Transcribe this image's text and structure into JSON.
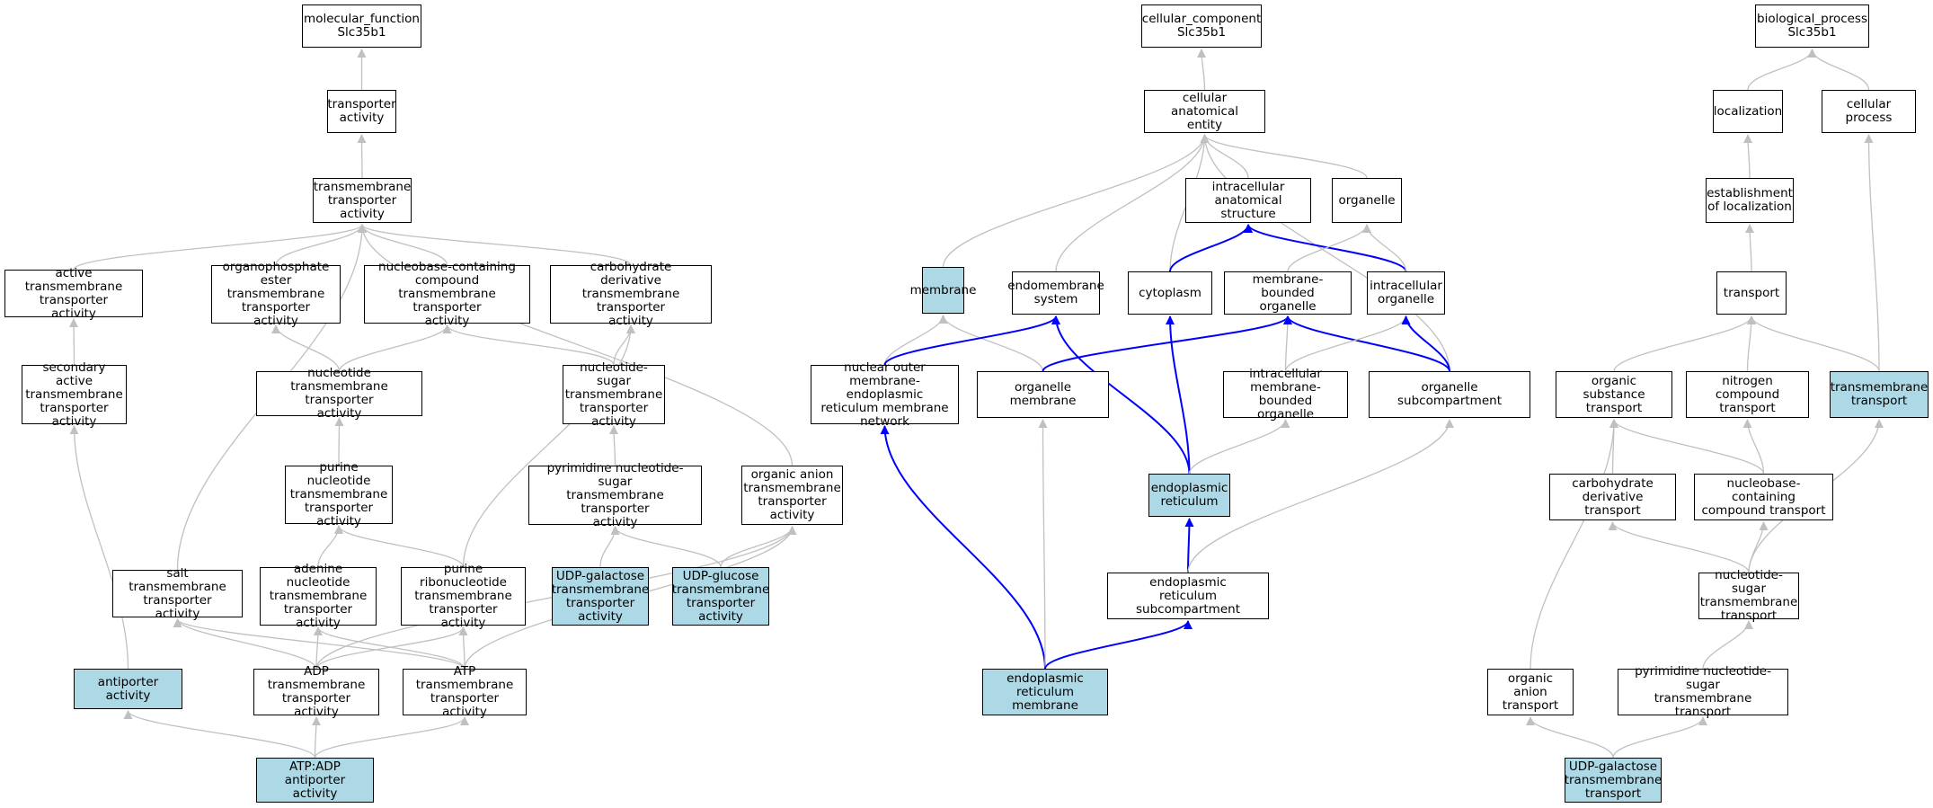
{
  "colors": {
    "highlight_fill": "#add8e6",
    "default_fill": "#ffffff",
    "edge_gray": "#c0c0c0",
    "edge_blue": "#0000ff"
  },
  "nodes": [
    {
      "id": "mf_root",
      "label": "molecular_function\nSlc35b1",
      "hl": false
    },
    {
      "id": "transporter_activity",
      "label": "transporter\nactivity",
      "hl": false
    },
    {
      "id": "tm_transporter",
      "label": "transmembrane\ntransporter\nactivity",
      "hl": false
    },
    {
      "id": "active_tm",
      "label": "active transmembrane\ntransporter\nactivity",
      "hl": false
    },
    {
      "id": "organophosphate_tm",
      "label": "organophosphate\nester transmembrane\ntransporter\nactivity",
      "hl": false
    },
    {
      "id": "nucleobase_tm",
      "label": "nucleobase-containing\ncompound transmembrane\ntransporter\nactivity",
      "hl": false
    },
    {
      "id": "carb_deriv_tm",
      "label": "carbohydrate\nderivative transmembrane\ntransporter\nactivity",
      "hl": false
    },
    {
      "id": "secondary_active",
      "label": "secondary active\ntransmembrane\ntransporter\nactivity",
      "hl": false
    },
    {
      "id": "nucleotide_tm",
      "label": "nucleotide transmembrane\ntransporter\nactivity",
      "hl": false
    },
    {
      "id": "nuc_sugar_tm",
      "label": "nucleotide-sugar\ntransmembrane\ntransporter\nactivity",
      "hl": false
    },
    {
      "id": "purine_nuc_tm",
      "label": "purine nucleotide\ntransmembrane\ntransporter\nactivity",
      "hl": false
    },
    {
      "id": "pyr_nuc_sugar_tm",
      "label": "pyrimidine nucleotide-sugar\ntransmembrane\ntransporter\nactivity",
      "hl": false
    },
    {
      "id": "organic_anion_tm",
      "label": "organic anion\ntransmembrane\ntransporter\nactivity",
      "hl": false
    },
    {
      "id": "salt_tm",
      "label": "salt transmembrane\ntransporter\nactivity",
      "hl": false
    },
    {
      "id": "adenine_nuc_tm",
      "label": "adenine nucleotide\ntransmembrane\ntransporter\nactivity",
      "hl": false
    },
    {
      "id": "purine_ribo_tm",
      "label": "purine ribonucleotide\ntransmembrane\ntransporter\nactivity",
      "hl": false
    },
    {
      "id": "udp_gal_tm",
      "label": "UDP-galactose\ntransmembrane\ntransporter\nactivity",
      "hl": true
    },
    {
      "id": "udp_glc_tm",
      "label": "UDP-glucose\ntransmembrane\ntransporter\nactivity",
      "hl": true
    },
    {
      "id": "antiporter",
      "label": "antiporter activity",
      "hl": true
    },
    {
      "id": "adp_tm",
      "label": "ADP transmembrane\ntransporter\nactivity",
      "hl": false
    },
    {
      "id": "atp_tm",
      "label": "ATP transmembrane\ntransporter\nactivity",
      "hl": false
    },
    {
      "id": "atp_adp",
      "label": "ATP:ADP antiporter\nactivity",
      "hl": true
    },
    {
      "id": "cc_root",
      "label": "cellular_component\nSlc35b1",
      "hl": false
    },
    {
      "id": "cell_anat",
      "label": "cellular anatomical\nentity",
      "hl": false
    },
    {
      "id": "intracell_anat",
      "label": "intracellular\nanatomical structure",
      "hl": false
    },
    {
      "id": "organelle",
      "label": "organelle",
      "hl": false
    },
    {
      "id": "membrane",
      "label": "membrane",
      "hl": true
    },
    {
      "id": "endomembrane",
      "label": "endomembrane\nsystem",
      "hl": false
    },
    {
      "id": "cytoplasm",
      "label": "cytoplasm",
      "hl": false
    },
    {
      "id": "mem_bound_org",
      "label": "membrane-bounded\norganelle",
      "hl": false
    },
    {
      "id": "intracell_org",
      "label": "intracellular\norganelle",
      "hl": false
    },
    {
      "id": "nuclear_outer",
      "label": "nuclear outer\nmembrane-endoplasmic\nreticulum membrane\nnetwork",
      "hl": false
    },
    {
      "id": "organelle_membrane",
      "label": "organelle membrane",
      "hl": false
    },
    {
      "id": "intracell_mem_bound",
      "label": "intracellular\nmembrane-bounded\norganelle",
      "hl": false
    },
    {
      "id": "organelle_subcomp",
      "label": "organelle subcompartment",
      "hl": false
    },
    {
      "id": "er",
      "label": "endoplasmic\nreticulum",
      "hl": true
    },
    {
      "id": "er_subcomp",
      "label": "endoplasmic\nreticulum subcompartment",
      "hl": false
    },
    {
      "id": "er_membrane",
      "label": "endoplasmic\nreticulum membrane",
      "hl": true
    },
    {
      "id": "bp_root",
      "label": "biological_process\nSlc35b1",
      "hl": false
    },
    {
      "id": "localization",
      "label": "localization",
      "hl": false
    },
    {
      "id": "cellular_process",
      "label": "cellular process",
      "hl": false
    },
    {
      "id": "establishment_loc",
      "label": "establishment\nof localization",
      "hl": false
    },
    {
      "id": "transport",
      "label": "transport",
      "hl": false
    },
    {
      "id": "organic_sub_transport",
      "label": "organic substance\ntransport",
      "hl": false
    },
    {
      "id": "nitrogen_transport",
      "label": "nitrogen compound\ntransport",
      "hl": false
    },
    {
      "id": "tm_transport",
      "label": "transmembrane\ntransport",
      "hl": true
    },
    {
      "id": "carb_deriv_transport",
      "label": "carbohydrate\nderivative transport",
      "hl": false
    },
    {
      "id": "nucleobase_transport",
      "label": "nucleobase-containing\ncompound transport",
      "hl": false
    },
    {
      "id": "nuc_sugar_transport",
      "label": "nucleotide-sugar\ntransmembrane\ntransport",
      "hl": false
    },
    {
      "id": "organic_anion_transport",
      "label": "organic anion\ntransport",
      "hl": false
    },
    {
      "id": "pyr_nuc_sugar_transport",
      "label": "pyrimidine nucleotide-sugar\ntransmembrane\ntransport",
      "hl": false
    },
    {
      "id": "udp_gal_transport",
      "label": "UDP-galactose\ntransmembrane\ntransport",
      "hl": true
    }
  ],
  "edges": [
    {
      "from": "transporter_activity",
      "to": "mf_root",
      "color": "gray"
    },
    {
      "from": "tm_transporter",
      "to": "transporter_activity",
      "color": "gray"
    },
    {
      "from": "active_tm",
      "to": "tm_transporter",
      "color": "gray"
    },
    {
      "from": "organophosphate_tm",
      "to": "tm_transporter",
      "color": "gray"
    },
    {
      "from": "nucleobase_tm",
      "to": "tm_transporter",
      "color": "gray"
    },
    {
      "from": "carb_deriv_tm",
      "to": "tm_transporter",
      "color": "gray"
    },
    {
      "from": "secondary_active",
      "to": "active_tm",
      "color": "gray"
    },
    {
      "from": "nucleotide_tm",
      "to": "organophosphate_tm",
      "color": "gray"
    },
    {
      "from": "nucleotide_tm",
      "to": "nucleobase_tm",
      "color": "gray"
    },
    {
      "from": "nuc_sugar_tm",
      "to": "nucleobase_tm",
      "color": "gray"
    },
    {
      "from": "nuc_sugar_tm",
      "to": "carb_deriv_tm",
      "color": "gray"
    },
    {
      "from": "purine_nuc_tm",
      "to": "nucleotide_tm",
      "color": "gray"
    },
    {
      "from": "pyr_nuc_sugar_tm",
      "to": "nuc_sugar_tm",
      "color": "gray"
    },
    {
      "from": "organic_anion_tm",
      "to": "tm_transporter",
      "color": "gray"
    },
    {
      "from": "salt_tm",
      "to": "tm_transporter",
      "color": "gray"
    },
    {
      "from": "adenine_nuc_tm",
      "to": "purine_nuc_tm",
      "color": "gray"
    },
    {
      "from": "purine_ribo_tm",
      "to": "purine_nuc_tm",
      "color": "gray"
    },
    {
      "from": "purine_ribo_tm",
      "to": "carb_deriv_tm",
      "color": "gray"
    },
    {
      "from": "udp_gal_tm",
      "to": "pyr_nuc_sugar_tm",
      "color": "gray"
    },
    {
      "from": "udp_glc_tm",
      "to": "pyr_nuc_sugar_tm",
      "color": "gray"
    },
    {
      "from": "udp_glc_tm",
      "to": "organic_anion_tm",
      "color": "gray"
    },
    {
      "from": "antiporter",
      "to": "secondary_active",
      "color": "gray"
    },
    {
      "from": "adp_tm",
      "to": "salt_tm",
      "color": "gray"
    },
    {
      "from": "adp_tm",
      "to": "adenine_nuc_tm",
      "color": "gray"
    },
    {
      "from": "adp_tm",
      "to": "purine_ribo_tm",
      "color": "gray"
    },
    {
      "from": "adp_tm",
      "to": "organic_anion_tm",
      "color": "gray"
    },
    {
      "from": "atp_tm",
      "to": "salt_tm",
      "color": "gray"
    },
    {
      "from": "atp_tm",
      "to": "adenine_nuc_tm",
      "color": "gray"
    },
    {
      "from": "atp_tm",
      "to": "purine_ribo_tm",
      "color": "gray"
    },
    {
      "from": "atp_tm",
      "to": "organic_anion_tm",
      "color": "gray"
    },
    {
      "from": "atp_adp",
      "to": "antiporter",
      "color": "gray"
    },
    {
      "from": "atp_adp",
      "to": "adp_tm",
      "color": "gray"
    },
    {
      "from": "atp_adp",
      "to": "atp_tm",
      "color": "gray"
    },
    {
      "from": "cell_anat",
      "to": "cc_root",
      "color": "gray"
    },
    {
      "from": "intracell_anat",
      "to": "cell_anat",
      "color": "gray"
    },
    {
      "from": "organelle",
      "to": "cell_anat",
      "color": "gray"
    },
    {
      "from": "membrane",
      "to": "cell_anat",
      "color": "gray"
    },
    {
      "from": "endomembrane",
      "to": "cell_anat",
      "color": "gray"
    },
    {
      "from": "cytoplasm",
      "to": "cell_anat",
      "color": "gray"
    },
    {
      "from": "organelle_subcomp",
      "to": "cell_anat",
      "color": "gray"
    },
    {
      "from": "cytoplasm",
      "to": "intracell_anat",
      "color": "blue"
    },
    {
      "from": "intracell_org",
      "to": "intracell_anat",
      "color": "blue"
    },
    {
      "from": "mem_bound_org",
      "to": "organelle",
      "color": "gray"
    },
    {
      "from": "intracell_org",
      "to": "organelle",
      "color": "gray"
    },
    {
      "from": "nuclear_outer",
      "to": "membrane",
      "color": "gray"
    },
    {
      "from": "organelle_membrane",
      "to": "membrane",
      "color": "gray"
    },
    {
      "from": "nuclear_outer",
      "to": "endomembrane",
      "color": "blue"
    },
    {
      "from": "er",
      "to": "endomembrane",
      "color": "blue"
    },
    {
      "from": "er",
      "to": "cytoplasm",
      "color": "blue"
    },
    {
      "from": "organelle_membrane",
      "to": "mem_bound_org",
      "color": "blue"
    },
    {
      "from": "intracell_mem_bound",
      "to": "mem_bound_org",
      "color": "gray"
    },
    {
      "from": "organelle_subcomp",
      "to": "mem_bound_org",
      "color": "blue"
    },
    {
      "from": "intracell_mem_bound",
      "to": "intracell_org",
      "color": "gray"
    },
    {
      "from": "organelle_subcomp",
      "to": "intracell_org",
      "color": "blue"
    },
    {
      "from": "er",
      "to": "intracell_mem_bound",
      "color": "gray"
    },
    {
      "from": "er_subcomp",
      "to": "er",
      "color": "blue"
    },
    {
      "from": "er_subcomp",
      "to": "organelle_subcomp",
      "color": "gray"
    },
    {
      "from": "er_membrane",
      "to": "nuclear_outer",
      "color": "blue"
    },
    {
      "from": "er_membrane",
      "to": "organelle_membrane",
      "color": "gray"
    },
    {
      "from": "er_membrane",
      "to": "er_subcomp",
      "color": "blue"
    },
    {
      "from": "localization",
      "to": "bp_root",
      "color": "gray"
    },
    {
      "from": "cellular_process",
      "to": "bp_root",
      "color": "gray"
    },
    {
      "from": "establishment_loc",
      "to": "localization",
      "color": "gray"
    },
    {
      "from": "transport",
      "to": "establishment_loc",
      "color": "gray"
    },
    {
      "from": "tm_transport",
      "to": "cellular_process",
      "color": "gray"
    },
    {
      "from": "organic_sub_transport",
      "to": "transport",
      "color": "gray"
    },
    {
      "from": "nitrogen_transport",
      "to": "transport",
      "color": "gray"
    },
    {
      "from": "tm_transport",
      "to": "transport",
      "color": "gray"
    },
    {
      "from": "carb_deriv_transport",
      "to": "organic_sub_transport",
      "color": "gray"
    },
    {
      "from": "nucleobase_transport",
      "to": "organic_sub_transport",
      "color": "gray"
    },
    {
      "from": "nucleobase_transport",
      "to": "nitrogen_transport",
      "color": "gray"
    },
    {
      "from": "nuc_sugar_transport",
      "to": "carb_deriv_transport",
      "color": "gray"
    },
    {
      "from": "nuc_sugar_transport",
      "to": "nucleobase_transport",
      "color": "gray"
    },
    {
      "from": "nuc_sugar_transport",
      "to": "tm_transport",
      "color": "gray"
    },
    {
      "from": "organic_anion_transport",
      "to": "organic_sub_transport",
      "color": "gray"
    },
    {
      "from": "pyr_nuc_sugar_transport",
      "to": "nuc_sugar_transport",
      "color": "gray"
    },
    {
      "from": "udp_gal_transport",
      "to": "organic_anion_transport",
      "color": "gray"
    },
    {
      "from": "udp_gal_transport",
      "to": "pyr_nuc_sugar_transport",
      "color": "gray"
    }
  ]
}
